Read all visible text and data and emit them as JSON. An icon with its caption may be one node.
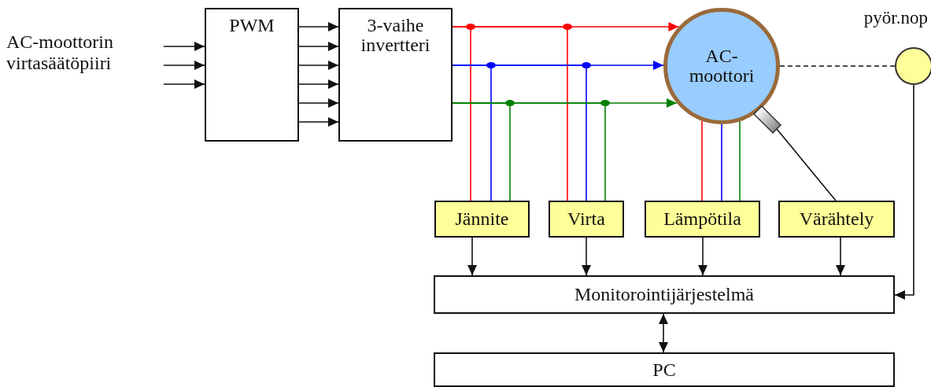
{
  "diagram": {
    "nodes": [
      {
        "text": [
          "AC-moottorin virtasäätöpiiri"
        ]
      },
      {
        "text": [
          "PWM"
        ]
      },
      {
        "text": [
          "3-vaihe invertteri"
        ]
      },
      {
        "text": [
          "AC-moottori"
        ]
      },
      {
        "text": [],
        "shape": "box"
      },
      {
        "text": [
          "pyör.nop"
        ]
      },
      {
        "text": [
          "Jännite"
        ]
      },
      {
        "text": [
          "Virta"
        ]
      },
      {
        "text": [
          "Lämpötila"
        ]
      },
      {
        "text": [
          "Värähtely"
        ]
      },
      {
        "text": [
          "Monitorointijärjestelmä"
        ]
      },
      {
        "text": [
          "PC"
        ]
      }
    ],
    "edges": [
      {
        "from": 0,
        "to": 1,
        "arrow": "to"
      },
      {
        "from": 0,
        "to": 1,
        "arrow": "to"
      },
      {
        "from": 0,
        "to": 1,
        "arrow": "to"
      },
      {
        "from": 1,
        "to": 2,
        "arrow": "to"
      },
      {
        "from": 1,
        "to": 2,
        "arrow": "to"
      },
      {
        "from": 1,
        "to": 2,
        "arrow": "to"
      },
      {
        "from": 1,
        "to": 2,
        "arrow": "to"
      },
      {
        "from": 1,
        "to": 2,
        "arrow": "to"
      },
      {
        "from": 1,
        "to": 2,
        "arrow": "to"
      },
      {
        "from": 2,
        "to": 3,
        "arrow": "to",
        "color": "#ff0000"
      },
      {
        "from": 2,
        "to": 3,
        "arrow": "to",
        "color": "#0000ff"
      },
      {
        "from": 2,
        "to": 3,
        "arrow": "to",
        "color": "#008000"
      },
      {
        "from": 2,
        "to": 6,
        "arrow": "none",
        "color": "#ff0000"
      },
      {
        "from": 2,
        "to": 7,
        "arrow": "none",
        "color": "#ff0000"
      },
      {
        "from": 2,
        "to": 6,
        "arrow": "none",
        "color": "#0000ff"
      },
      {
        "from": 2,
        "to": 7,
        "arrow": "none",
        "color": "#0000ff"
      },
      {
        "from": 2,
        "to": 6,
        "arrow": "none",
        "color": "#008000"
      },
      {
        "from": 2,
        "to": 7,
        "arrow": "none",
        "color": "#008000"
      },
      {
        "from": 3,
        "to": 8,
        "arrow": "none",
        "color": "#ff0000"
      },
      {
        "from": 3,
        "to": 8,
        "arrow": "none",
        "color": "#0000ff"
      },
      {
        "from": 3,
        "to": 8,
        "arrow": "none",
        "color": "#008000"
      },
      {
        "from": 3,
        "to": 5,
        "arrow": "none",
        "style": "dashed"
      },
      {
        "from": 4,
        "to": 9,
        "arrow": "none"
      },
      {
        "from": 6,
        "to": 10,
        "arrow": "to"
      },
      {
        "from": 7,
        "to": 10,
        "arrow": "to"
      },
      {
        "from": 8,
        "to": 10,
        "arrow": "to"
      },
      {
        "from": 9,
        "to": 10,
        "arrow": "to"
      },
      {
        "from": 5,
        "to": 10,
        "arrow": "to"
      },
      {
        "from": 10,
        "to": 11,
        "arrow": "both"
      }
    ]
  }
}
